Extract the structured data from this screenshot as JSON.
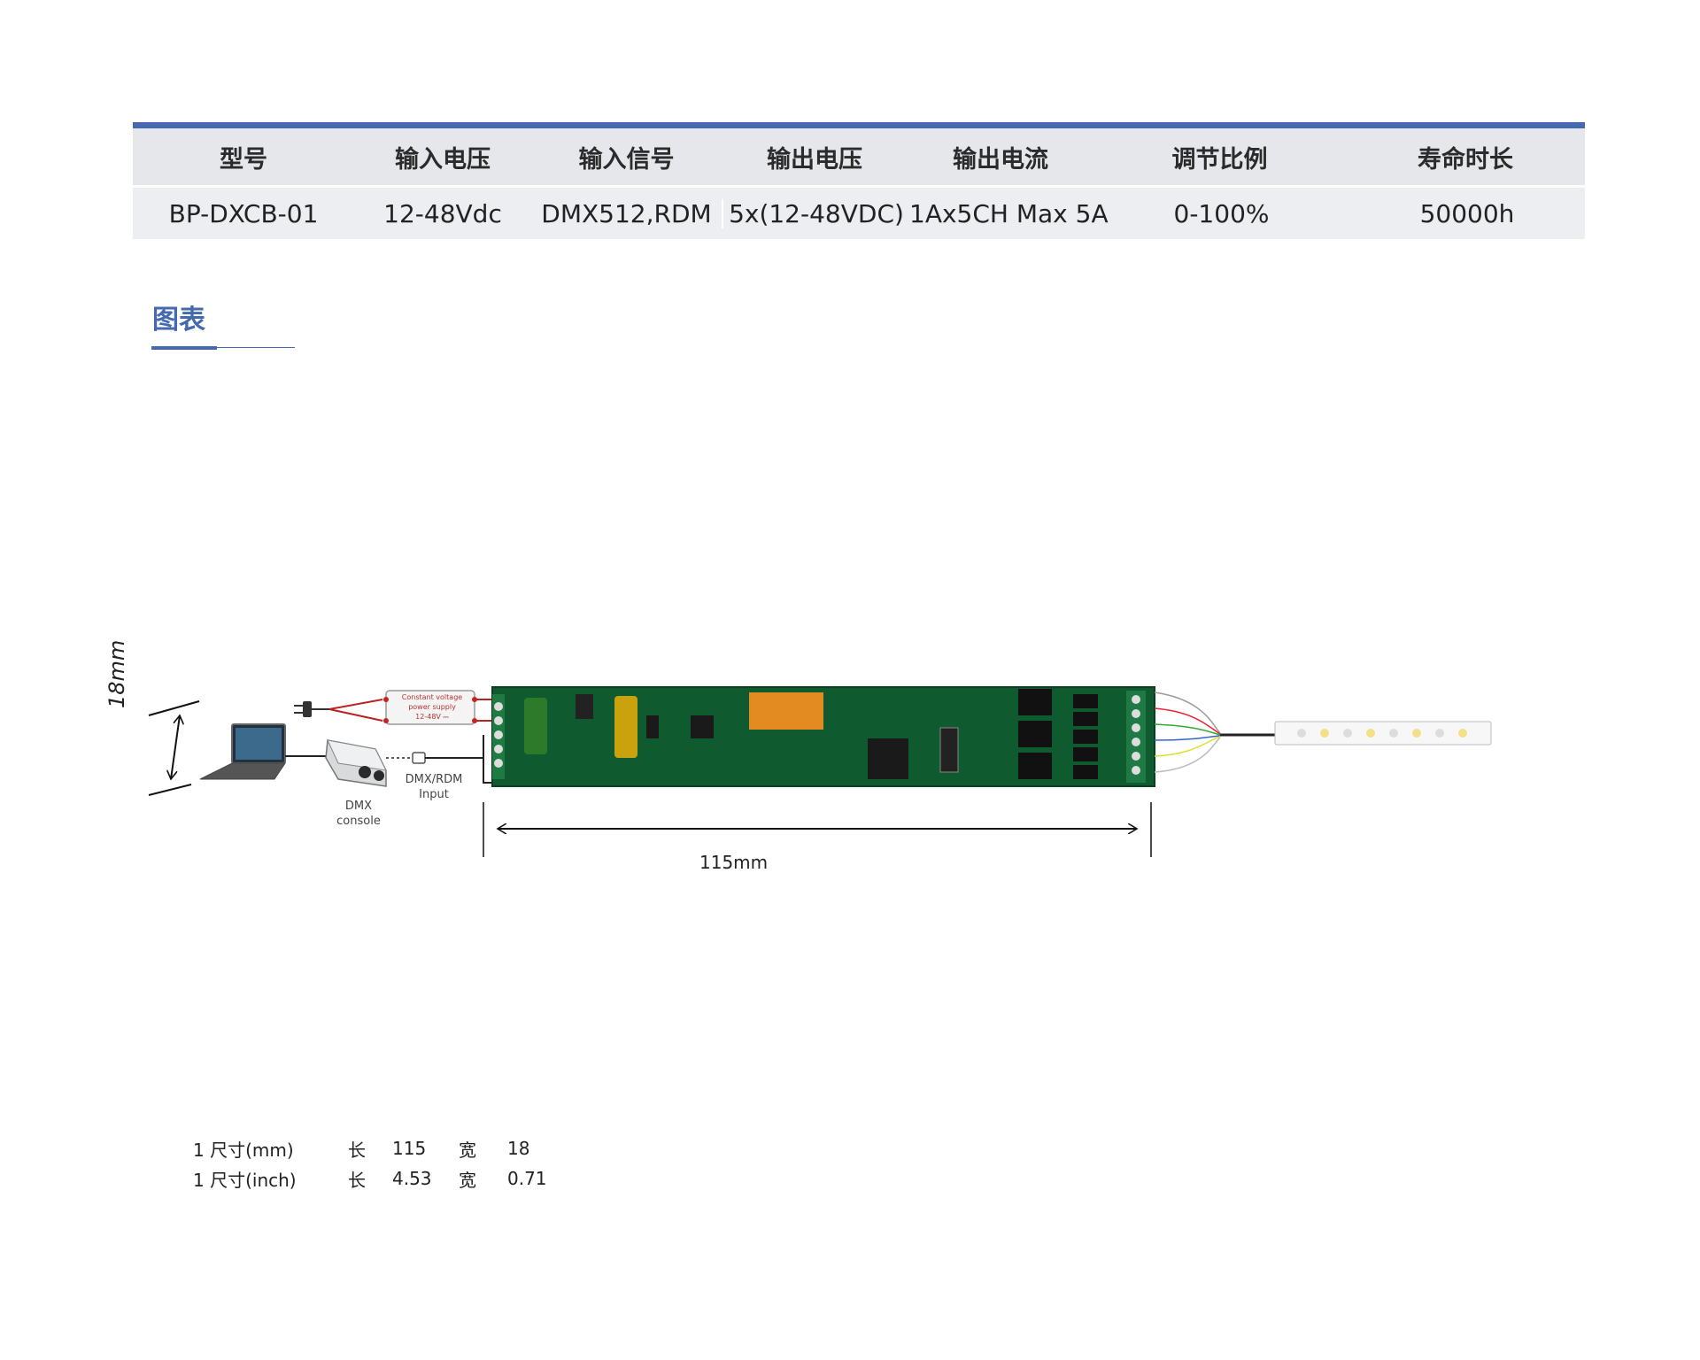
{
  "spec_table": {
    "headers": [
      "型号",
      "输入电压",
      "输入信号",
      "输出电压",
      "输出电流",
      "调节比例",
      "寿命时长"
    ],
    "values": [
      "BP-DXCB-01",
      "12-48Vdc",
      "DMX512,RDM",
      "5x(12-48VDC)",
      "1Ax5CH Max 5A",
      "0-100%",
      "50000h"
    ]
  },
  "section": {
    "title": "图表"
  },
  "diagram": {
    "height_label": "18mm",
    "length_label": "115mm",
    "psu_label": [
      "Constant voltage",
      "power supply",
      "12-48V ⎓"
    ],
    "dmx_console_label": [
      "DMX",
      "console"
    ],
    "dmx_input_label": [
      "DMX/RDM",
      "Input"
    ]
  },
  "size_table": {
    "rows": [
      {
        "name": "1 尺寸(mm)",
        "k1": "长",
        "v1": "115",
        "k2": "宽",
        "v2": "18"
      },
      {
        "name": "1 尺寸(inch)",
        "k1": "长",
        "v1": "4.53",
        "k2": "宽",
        "v2": "0.71"
      }
    ]
  }
}
